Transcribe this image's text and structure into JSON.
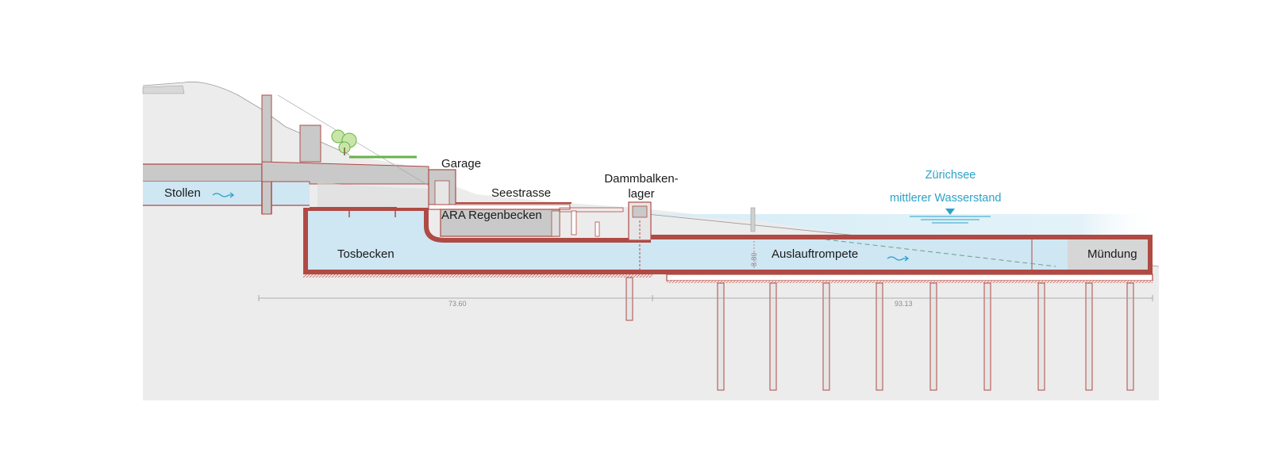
{
  "labels": {
    "stollen": "Stollen",
    "garage": "Garage",
    "seestrasse": "Seestrasse",
    "dammbalken_line1": "Dammbalken-",
    "dammbalken_line2": "lager",
    "ara": "ARA Regenbecken",
    "tosbecken": "Tosbecken",
    "auslauftrompete": "Auslauftrompete",
    "muendung": "Mündung",
    "zuerichsee": "Zürichsee",
    "wasserstand": "mittlerer Wasserstand"
  },
  "dimensions": {
    "left_length": "73.60",
    "right_length": "93.13",
    "height": "8.80"
  },
  "colors": {
    "water": "#cfe6f3",
    "lake": "#d6edf7",
    "ground": "#ececec",
    "structure": "#b04a44",
    "concrete": "#c9c9c9",
    "accent_blue": "#2aa3c9",
    "vegetation": "#6ab04c"
  },
  "icons": {
    "flow_arrow": "wave-arrow-icon",
    "water_level": "triangle-down-icon",
    "tree": "tree-icon"
  }
}
